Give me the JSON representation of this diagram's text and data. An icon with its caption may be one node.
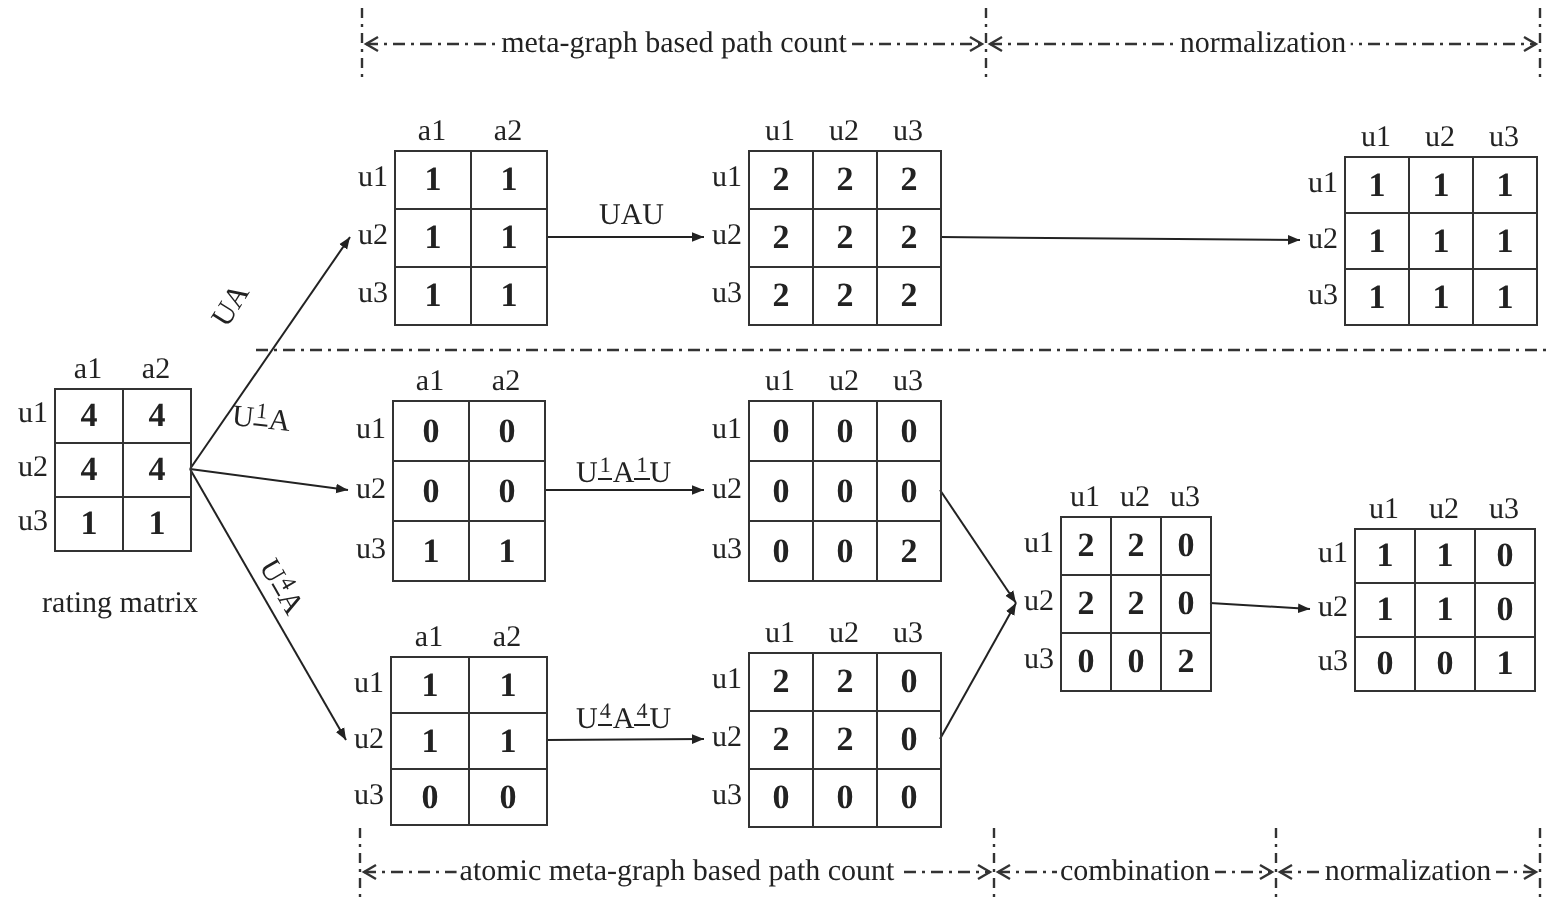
{
  "diagram": {
    "nodes": [
      {
        "text": [
          "a1",
          "a2",
          "u1",
          "4",
          "4",
          "u2",
          "4",
          "4",
          "u3",
          "1",
          "1"
        ],
        "beside": [
          "rating matrix"
        ]
      },
      {
        "text": [
          "a1",
          "a2",
          "u1",
          "1",
          "1",
          "u2",
          "1",
          "1",
          "u3",
          "1",
          "1"
        ]
      },
      {
        "text": [
          "u1",
          "u2",
          "u3",
          "u1",
          "2",
          "2",
          "2",
          "u2",
          "2",
          "2",
          "2",
          "u3",
          "2",
          "2",
          "2"
        ]
      },
      {
        "text": [
          "u1",
          "u2",
          "u3",
          "u1",
          "1",
          "1",
          "1",
          "u2",
          "1",
          "1",
          "1",
          "u3",
          "1",
          "1",
          "1"
        ]
      },
      {
        "text": [
          "a1",
          "a2",
          "u1",
          "0",
          "0",
          "u2",
          "0",
          "0",
          "u3",
          "1",
          "1"
        ]
      },
      {
        "text": [
          "a1",
          "a2",
          "u1",
          "1",
          "1",
          "u2",
          "1",
          "1",
          "u3",
          "0",
          "0"
        ]
      },
      {
        "text": [
          "u1",
          "u2",
          "u3",
          "u1",
          "0",
          "0",
          "0",
          "u2",
          "0",
          "0",
          "0",
          "u3",
          "0",
          "0",
          "2"
        ]
      },
      {
        "text": [
          "u1",
          "u2",
          "u3",
          "u1",
          "2",
          "2",
          "0",
          "u2",
          "2",
          "2",
          "0",
          "u3",
          "0",
          "0",
          "0"
        ]
      },
      {
        "text": [
          "u1",
          "u2",
          "u3",
          "u1",
          "2",
          "2",
          "0",
          "u2",
          "2",
          "2",
          "0",
          "u3",
          "0",
          "0",
          "2"
        ]
      },
      {
        "text": [
          "u1",
          "u2",
          "u3",
          "u1",
          "1",
          "1",
          "0",
          "u2",
          "1",
          "1",
          "0",
          "u3",
          "0",
          "0",
          "1"
        ]
      }
    ],
    "edges": [
      {
        "from": 0,
        "to": 1,
        "arrow": "to",
        "label": "UA"
      },
      {
        "from": 1,
        "to": 2,
        "arrow": "to",
        "label": "UAU"
      },
      {
        "from": 2,
        "to": 3,
        "arrow": "to"
      },
      {
        "from": 0,
        "to": 4,
        "arrow": "to",
        "label": "U$^{1}$A"
      },
      {
        "from": 0,
        "to": 5,
        "arrow": "to",
        "label": "U$^{4}$A"
      },
      {
        "from": 4,
        "to": 6,
        "arrow": "to",
        "label": "U$^{1}$A$^{1}$U"
      },
      {
        "from": 5,
        "to": 7,
        "arrow": "to",
        "label": "U$^{4}$A$^{4}$U"
      },
      {
        "from": 6,
        "to": 8,
        "arrow": "to"
      },
      {
        "from": 7,
        "to": 8,
        "arrow": "to"
      },
      {
        "from": 8,
        "to": 9,
        "arrow": "to"
      }
    ],
    "labels": [
      "meta-graph based path count",
      "normalization",
      "atomic meta-graph based path count",
      "combination",
      "normalization"
    ]
  }
}
